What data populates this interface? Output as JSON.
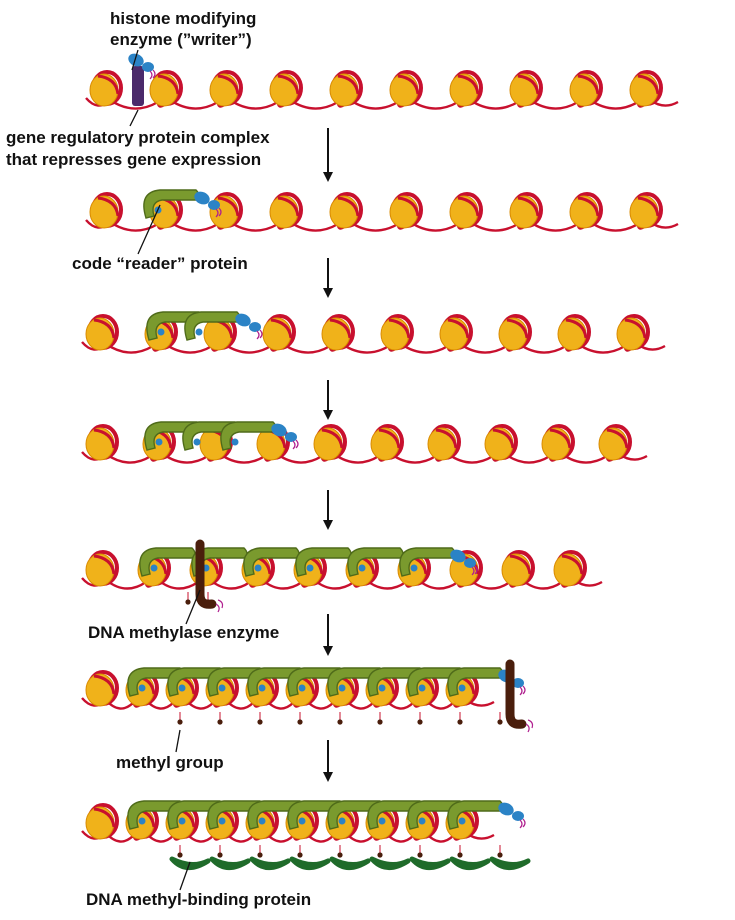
{
  "labels": {
    "writer_line1": "histone modifying",
    "writer_line2": "enzyme (”writer”)",
    "repressor_line1": "gene regulatory protein complex",
    "repressor_line2": "that represses gene expression",
    "reader": "code “reader” protein",
    "methylase": "DNA methylase enzyme",
    "methyl_group": "methyl group",
    "methyl_binding": "DNA methyl-binding protein"
  },
  "colors": {
    "nucleosome": "#f0b21a",
    "nucleosome_edge": "#d98a00",
    "dna": "#c8102e",
    "reader": "#7a9a2e",
    "reader_dark": "#4f6b1a",
    "writer": "#2b83c6",
    "repressor": "#4b2a6b",
    "methylase": "#4a1e0c",
    "methyl_binding": "#1f6b2a",
    "mark": "#b0208f"
  },
  "rows": [
    {
      "nucleosomes": 10,
      "readers": 0,
      "repressor": true,
      "methylase": false,
      "methyl_groups": 0,
      "binding_proteins": 0
    },
    {
      "nucleosomes": 10,
      "readers": 1,
      "repressor": false,
      "methylase": false,
      "methyl_groups": 0,
      "binding_proteins": 0
    },
    {
      "nucleosomes": 10,
      "readers": 2,
      "repressor": false,
      "methylase": false,
      "methyl_groups": 0,
      "binding_proteins": 0
    },
    {
      "nucleosomes": 10,
      "readers": 3,
      "repressor": false,
      "methylase": false,
      "methyl_groups": 0,
      "binding_proteins": 0
    },
    {
      "nucleosomes": 10,
      "readers": 6,
      "repressor": false,
      "methylase": true,
      "methyl_groups": 2,
      "binding_proteins": 0
    },
    {
      "nucleosomes": 10,
      "readers": 9,
      "repressor": false,
      "methylase": true,
      "methyl_groups": 9,
      "binding_proteins": 0
    },
    {
      "nucleosomes": 10,
      "readers": 9,
      "repressor": false,
      "methylase": false,
      "methyl_groups": 9,
      "binding_proteins": 9
    }
  ]
}
